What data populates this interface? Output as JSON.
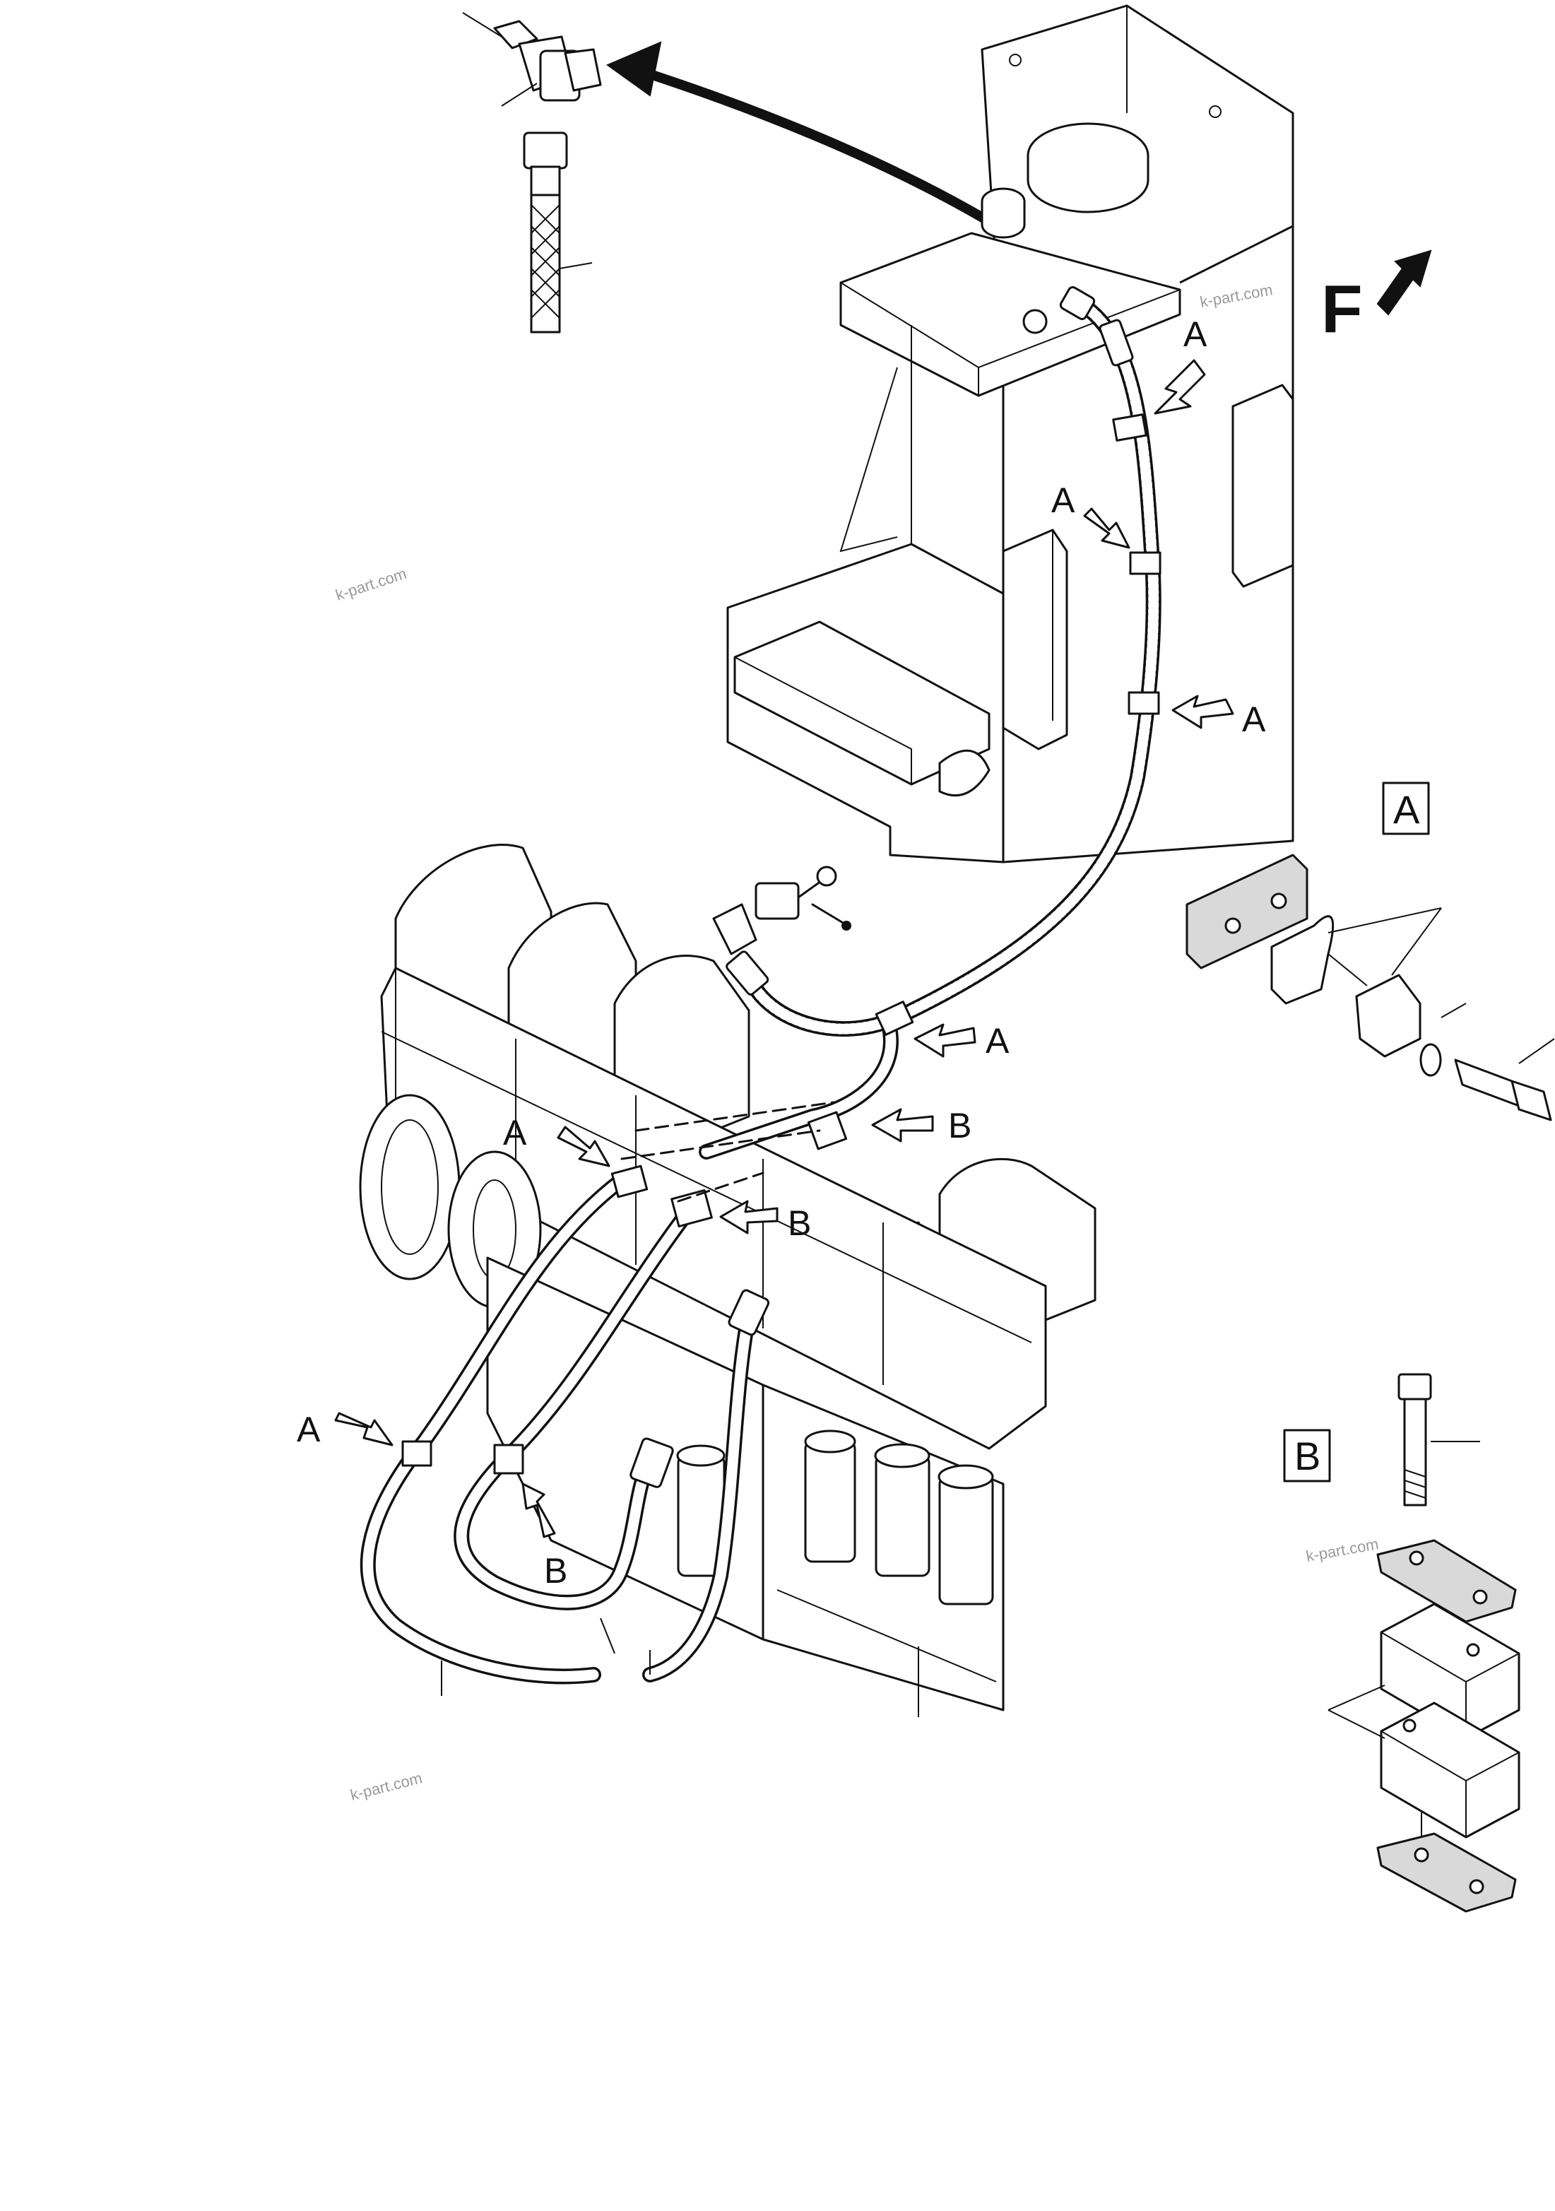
{
  "labels": {
    "clamp_a": "A",
    "clamp_b": "B",
    "front": "F"
  },
  "detail_boxes": {
    "a": "A",
    "b": "B"
  },
  "watermark": "k-part.com"
}
